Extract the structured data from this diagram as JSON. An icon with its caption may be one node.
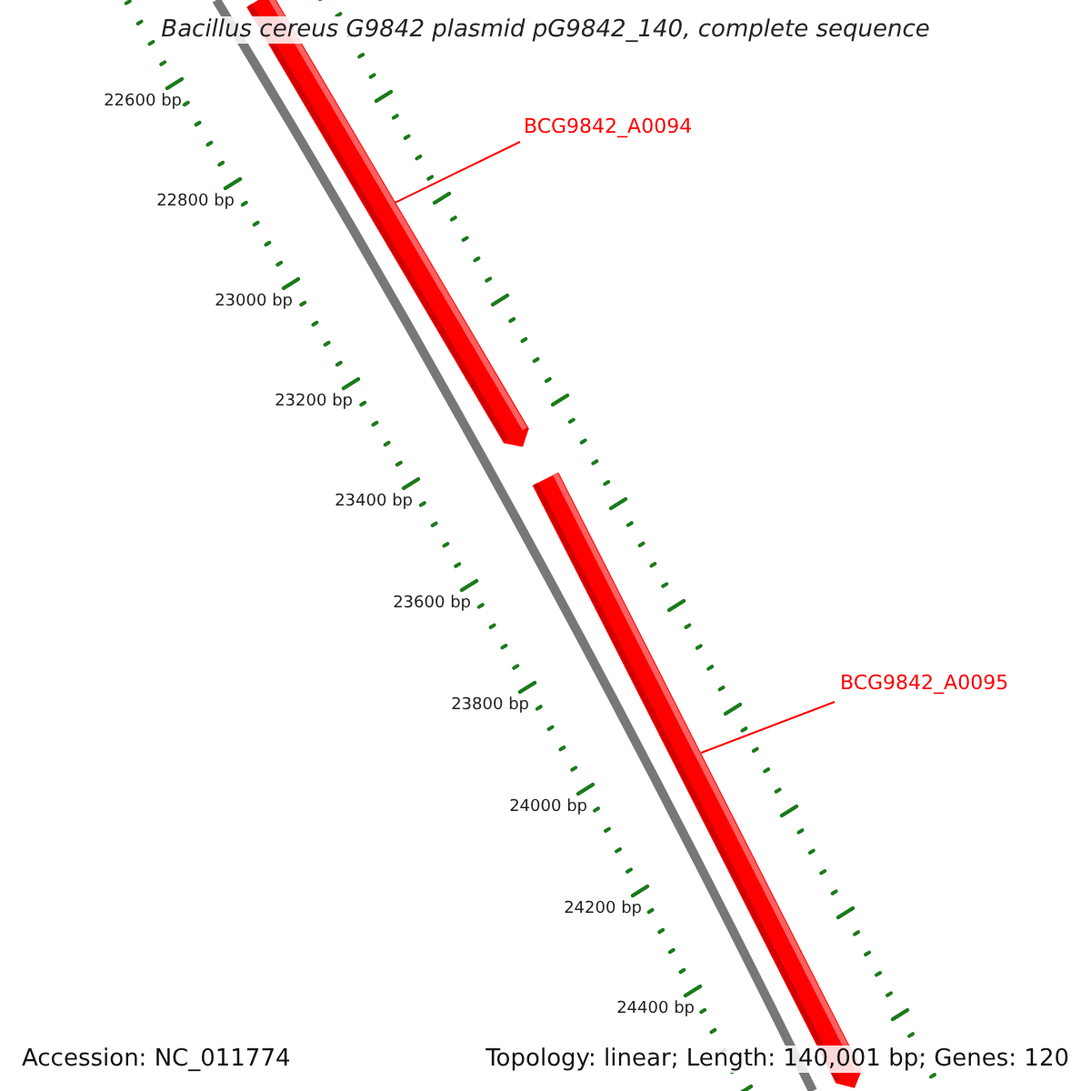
{
  "diagram": {
    "title": "Bacillus cereus G9842 plasmid pG9842_140, complete sequence",
    "nodes": [
      {
        "text": [
          "BCG9842_A0094"
        ]
      },
      {
        "text": [],
        "shape": "arrow"
      },
      {
        "text": [
          "BCG9842_A0095"
        ]
      },
      {
        "text": [],
        "shape": "arrow"
      }
    ],
    "edges": [
      {
        "from": 0,
        "to": 1,
        "arrow": "none"
      },
      {
        "from": 2,
        "to": 3,
        "arrow": "none"
      }
    ],
    "labels": [
      "22600 bp",
      "22800 bp",
      "23000 bp",
      "23200 bp",
      "23400 bp",
      "23600 bp",
      "23800 bp",
      "24000 bp",
      "24200 bp",
      "24400 bp",
      "Accession: NC_011774",
      "Topology: linear; Length: 140,001 bp; Genes: 120"
    ]
  }
}
